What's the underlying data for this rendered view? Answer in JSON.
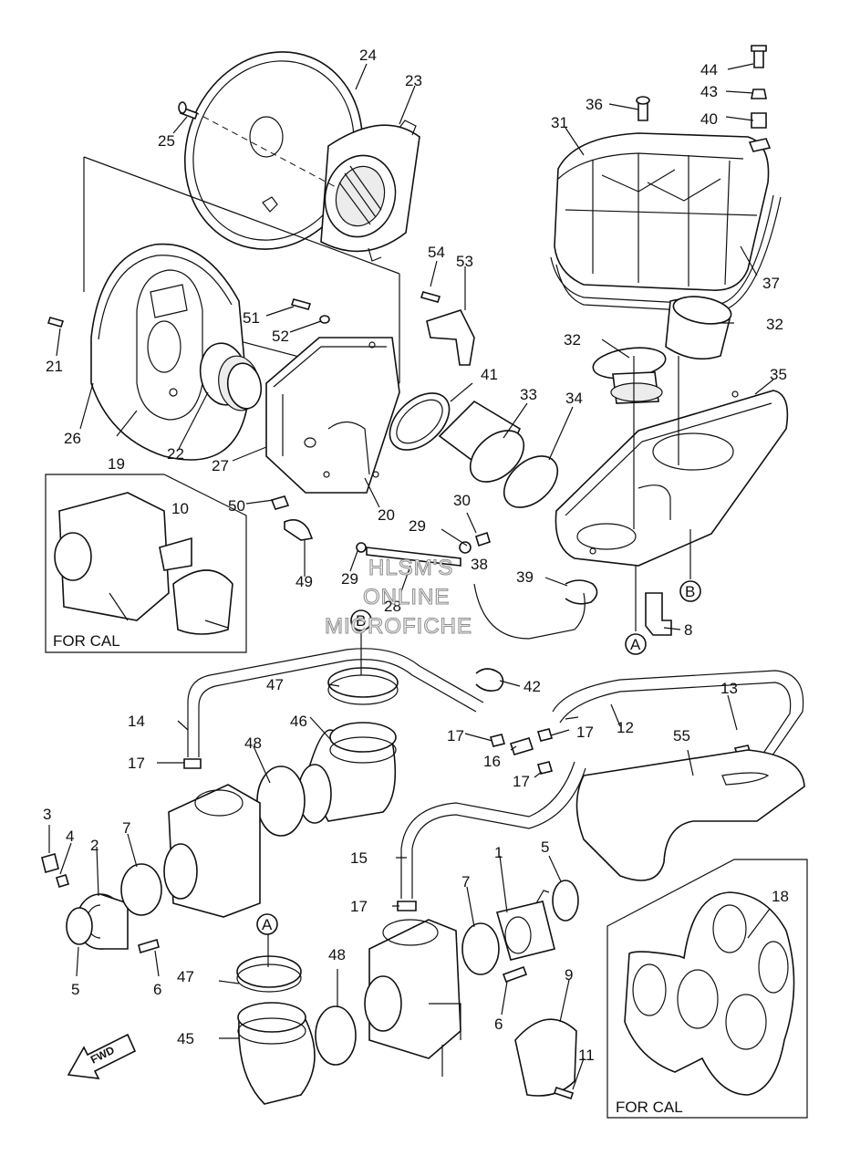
{
  "labels": {
    "p1": "1",
    "p2": "2",
    "p3": "3",
    "p4": "4",
    "p5a": "5",
    "p5b": "5",
    "p6a": "6",
    "p6b": "6",
    "p7a": "7",
    "p7b": "7",
    "p8": "8",
    "p9": "9",
    "p10": "10",
    "p11": "11",
    "p12": "12",
    "p13": "13",
    "p14": "14",
    "p15": "15",
    "p16": "16",
    "p17a": "17",
    "p17b": "17",
    "p17c": "17",
    "p17d": "17",
    "p17e": "17",
    "p18": "18",
    "p19": "19",
    "p20": "20",
    "p21": "21",
    "p22": "22",
    "p23": "23",
    "p24": "24",
    "p25": "25",
    "p26": "26",
    "p27": "27",
    "p28": "28",
    "p29a": "29",
    "p29b": "29",
    "p30": "30",
    "p31": "31",
    "p32a": "32",
    "p32b": "32",
    "p33": "33",
    "p34": "34",
    "p35": "35",
    "p36": "36",
    "p37": "37",
    "p38": "38",
    "p39": "39",
    "p40": "40",
    "p41": "41",
    "p42": "42",
    "p43": "43",
    "p44": "44",
    "p45": "45",
    "p46": "46",
    "p47a": "47",
    "p47b": "47",
    "p48a": "48",
    "p48b": "48",
    "p49": "49",
    "p50": "50",
    "p51": "51",
    "p52": "52",
    "p53": "53",
    "p54": "54",
    "p55": "55"
  },
  "refs": {
    "a1": "A",
    "a2": "A",
    "b1": "B",
    "b2": "B"
  },
  "insets": {
    "left_caption": "FOR CAL",
    "right_caption": "FOR CAL"
  },
  "fwd_label": "FWD",
  "watermark": {
    "line1": "HLSM'S",
    "line2": "ONLINE",
    "line3": "MICROFICHE"
  }
}
